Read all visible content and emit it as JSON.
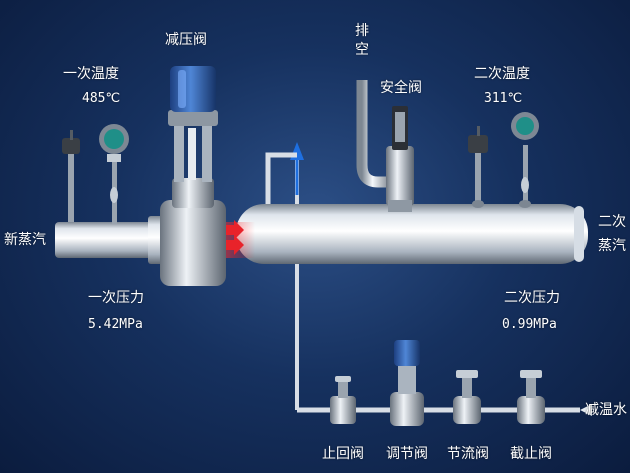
{
  "labels": {
    "reducing_valve": "减压阀",
    "primary_temp": "一次温度",
    "primary_temp_value": "485℃",
    "vent": "排空",
    "safety_valve": "安全阀",
    "secondary_temp": "二次温度",
    "secondary_temp_value": "311℃",
    "fresh_steam": "新蒸汽",
    "secondary_steam_1": "二次",
    "secondary_steam_2": "蒸汽",
    "primary_pressure": "一次压力",
    "primary_pressure_value": "5.42MPa",
    "secondary_pressure": "二次压力",
    "secondary_pressure_value": "0.99MPa",
    "check_valve": "止回阀",
    "regulating_valve": "调节阀",
    "throttle_valve": "节流阀",
    "stop_valve": "截止阀",
    "desuperheating_water": "减温水"
  },
  "colors": {
    "background": "#16315f",
    "pipe": "#c9d2dc",
    "actuator": "#2f5fae",
    "flow_arrow": "#e8232a",
    "water_line": "#1e6fe0"
  }
}
